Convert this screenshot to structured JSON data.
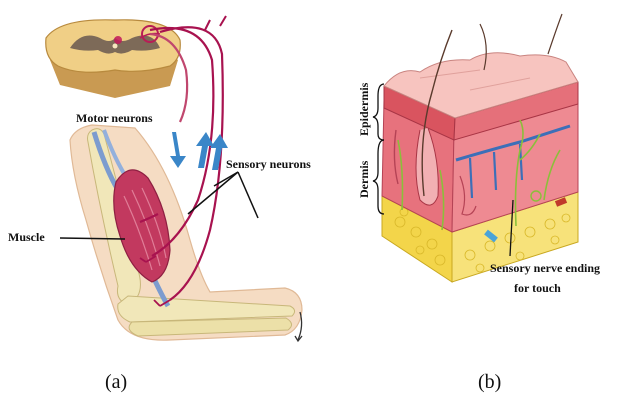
{
  "panel_a": {
    "label_motor_neurons": "Motor neurons",
    "label_sensory_neurons": "Sensory neurons",
    "label_muscle": "Muscle",
    "caption": "(a)"
  },
  "panel_b": {
    "label_epidermis": "Epidermis",
    "label_dermis": "Dermis",
    "label_nerve_line1": "Sensory nerve ending",
    "label_nerve_line2": "for touch",
    "caption": "(b)"
  }
}
